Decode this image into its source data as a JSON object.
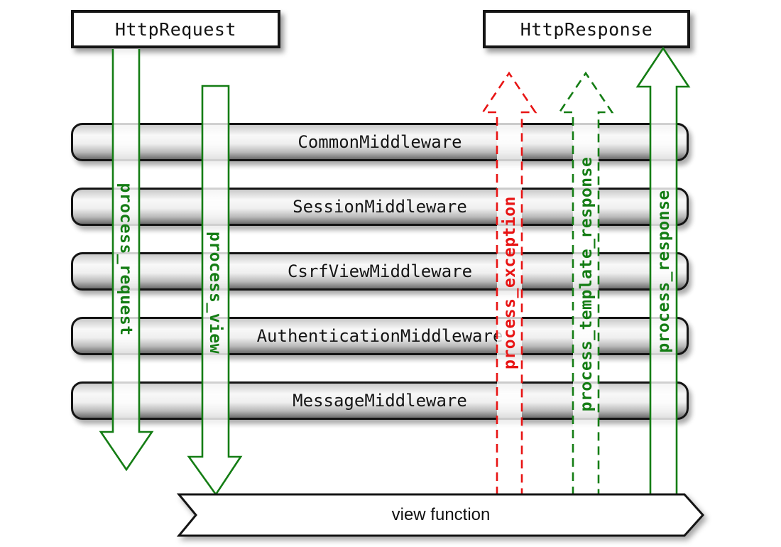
{
  "diagram": {
    "request_box": "HttpRequest",
    "response_box": "HttpResponse",
    "middleware": [
      "CommonMiddleware",
      "SessionMiddleware",
      "CsrfViewMiddleware",
      "AuthenticationMiddleware",
      "MessageMiddleware"
    ],
    "arrows": {
      "process_request": {
        "label": "process_request",
        "direction": "down",
        "style": "solid",
        "color": "#147d14"
      },
      "process_view": {
        "label": "process_view",
        "direction": "down",
        "style": "solid",
        "color": "#147d14"
      },
      "process_exception": {
        "label": "process_exception",
        "direction": "up",
        "style": "dashed",
        "color": "#e81414"
      },
      "process_template_response": {
        "label": "process_template_response",
        "direction": "up",
        "style": "dashed",
        "color": "#147d14"
      },
      "process_response": {
        "label": "process_response",
        "direction": "up",
        "style": "solid",
        "color": "#147d14"
      }
    },
    "view_banner": "view function",
    "colors": {
      "green": "#147d14",
      "red": "#e81414",
      "bar_border": "#141414"
    }
  }
}
